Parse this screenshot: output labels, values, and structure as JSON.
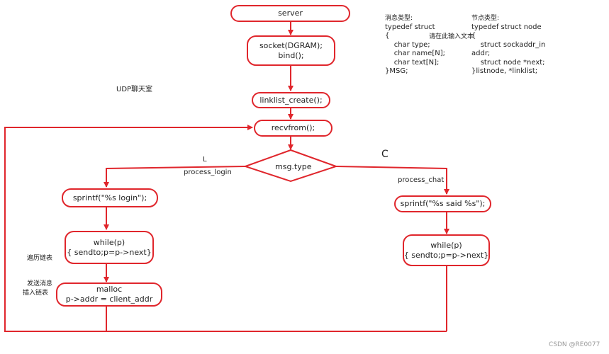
{
  "nodes": {
    "server": "server",
    "socket_line1": "socket(DGRAM);",
    "socket_line2": "bind();",
    "linklist_create": "linklist_create();",
    "recvfrom": "recvfrom();",
    "decision": "msg.type",
    "login_sprintf": "sprintf(\"%s login\");",
    "login_while_line1": "while(p)",
    "login_while_line2": "{ sendto;p=p->next}",
    "malloc_line1": "malloc",
    "malloc_line2": "p->addr = client_addr",
    "chat_sprintf": "sprintf(\"%s said %s\");",
    "chat_while_line1": "while(p)",
    "chat_while_line2": "{ sendto;p=p->next}"
  },
  "labels": {
    "udp_chat": "UDP聊天室",
    "branch_l": "L",
    "process_login": "process_login",
    "branch_c": "C",
    "process_chat": "process_chat",
    "traverse_line1": "遍历链表",
    "traverse_line2": "发送消息",
    "insert_list": "插入链表",
    "input_hint": "请在此输入文本"
  },
  "msg_struct": {
    "heading": "消息类型:",
    "lines": [
      "typedef struct",
      "{",
      "    char type;",
      "    char name[N];",
      "    char text[N];",
      "}MSG;"
    ]
  },
  "node_struct": {
    "heading": "节点类型:",
    "lines": [
      "typedef struct node",
      "{",
      "    struct sockaddr_in",
      "addr;",
      "    struct node *next;",
      "}listnode, *linklist;"
    ]
  },
  "watermark": "CSDN @RE0077",
  "colors": {
    "stroke": "#e0262c",
    "loop_line": "#e0262c"
  }
}
